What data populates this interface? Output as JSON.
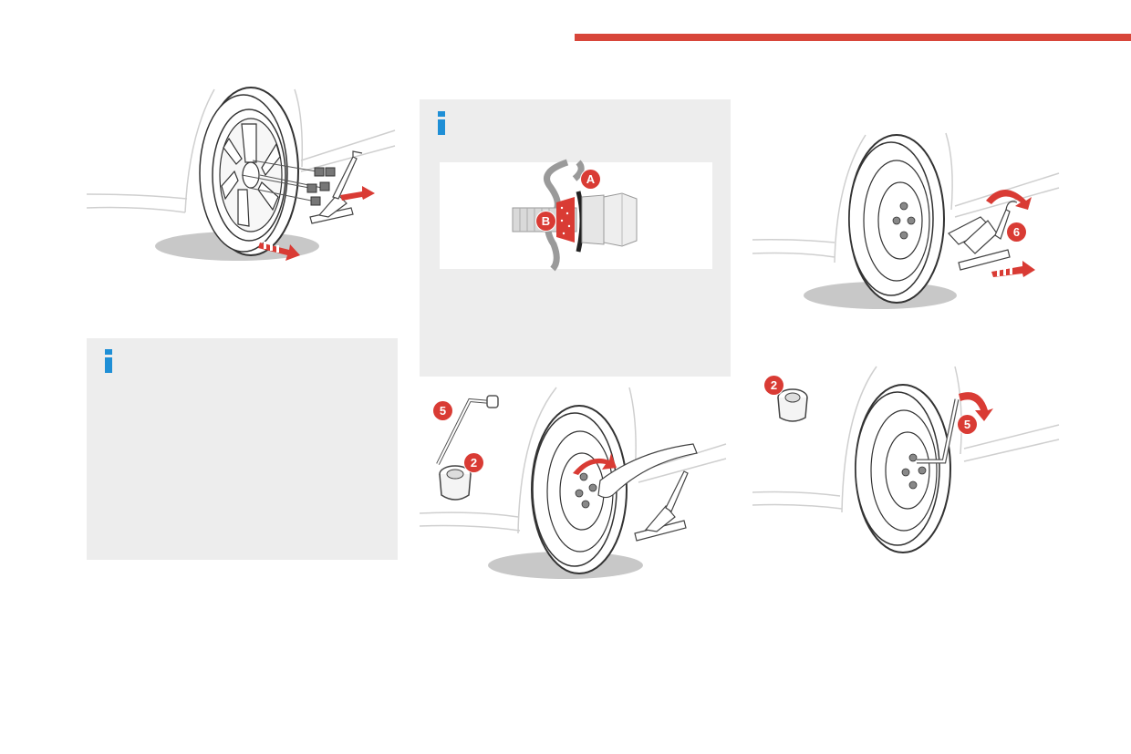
{
  "colors": {
    "accent_red": "#d8463a",
    "info_blue": "#1f8fd6",
    "panel_grey": "#ededed"
  },
  "icons": [
    "info-icon",
    "wheel-illustration",
    "jack-illustration",
    "wheel-brace-illustration",
    "socket-illustration",
    "bolt-diagram",
    "arrow-icon"
  ],
  "badges": {
    "a": "A",
    "b": "B",
    "five_top": "5",
    "two_top": "2",
    "six": "6",
    "two_right": "2",
    "five_right": "5"
  }
}
